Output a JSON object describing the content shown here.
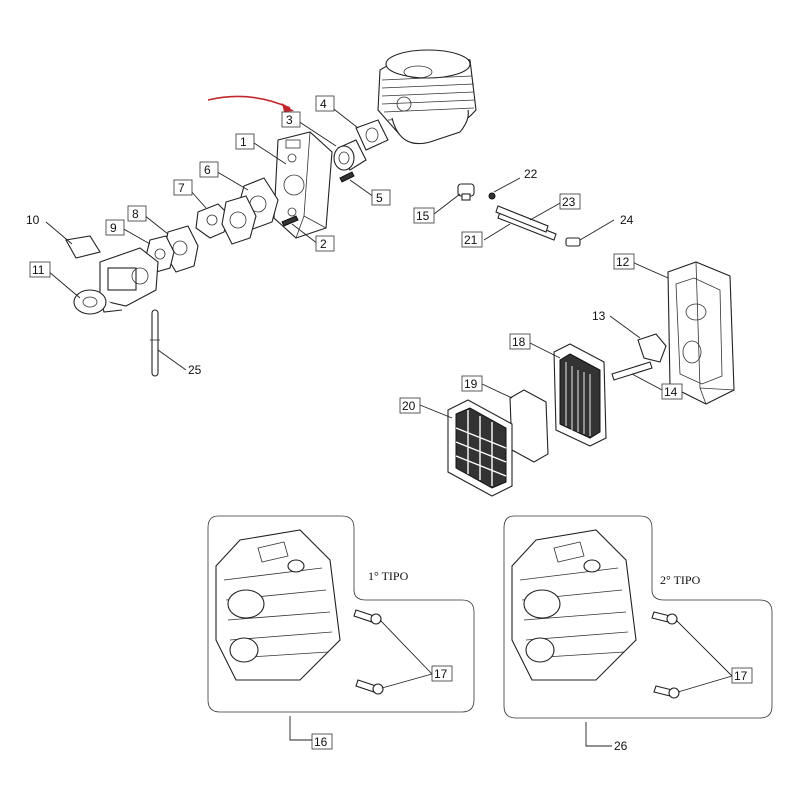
{
  "diagram": {
    "callouts": [
      {
        "id": "1",
        "text": "1"
      },
      {
        "id": "2",
        "text": "2"
      },
      {
        "id": "3",
        "text": "3"
      },
      {
        "id": "4",
        "text": "4"
      },
      {
        "id": "5",
        "text": "5"
      },
      {
        "id": "6",
        "text": "6"
      },
      {
        "id": "7",
        "text": "7"
      },
      {
        "id": "8",
        "text": "8"
      },
      {
        "id": "9",
        "text": "9"
      },
      {
        "id": "10",
        "text": "10"
      },
      {
        "id": "11",
        "text": "11"
      },
      {
        "id": "12",
        "text": "12"
      },
      {
        "id": "13",
        "text": "13"
      },
      {
        "id": "14",
        "text": "14"
      },
      {
        "id": "15",
        "text": "15"
      },
      {
        "id": "16",
        "text": "16"
      },
      {
        "id": "17a",
        "text": "17"
      },
      {
        "id": "17b",
        "text": "17"
      },
      {
        "id": "18",
        "text": "18"
      },
      {
        "id": "19",
        "text": "19"
      },
      {
        "id": "20",
        "text": "20"
      },
      {
        "id": "21",
        "text": "21"
      },
      {
        "id": "22",
        "text": "22"
      },
      {
        "id": "23",
        "text": "23"
      },
      {
        "id": "24",
        "text": "24"
      },
      {
        "id": "25",
        "text": "25"
      },
      {
        "id": "26",
        "text": "26"
      }
    ],
    "variant_a": "1° TIPO",
    "variant_b": "2° TIPO",
    "arrow_color": "#c0282d"
  }
}
